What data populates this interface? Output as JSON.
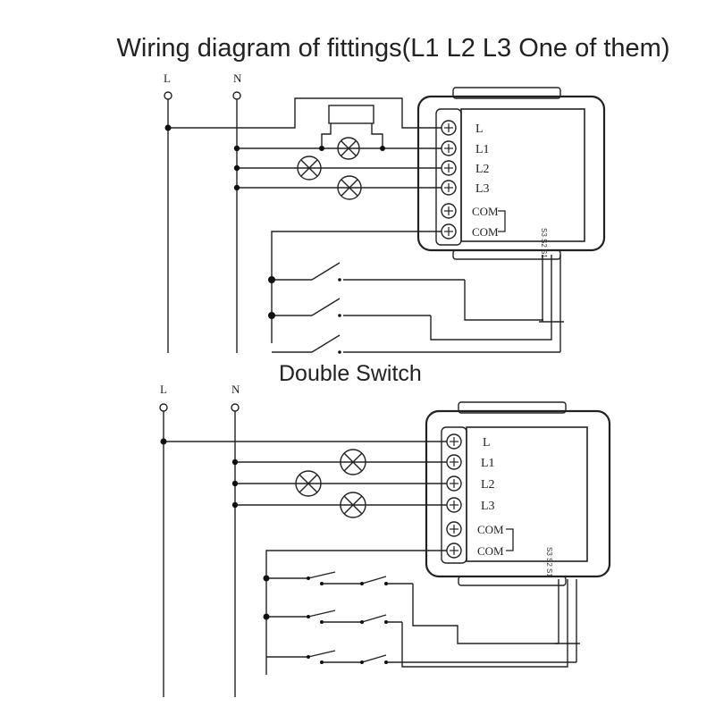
{
  "title": "Wiring diagram of fittings(L1 L2 L3 One of them)",
  "subtitle": "Double Switch",
  "supply_labels": {
    "live": "L",
    "neutral": "N"
  },
  "terminal_labels": [
    "L",
    "L1",
    "L2",
    "L3",
    "COM",
    "COM"
  ],
  "module_side_text": "S3 S2 S1"
}
